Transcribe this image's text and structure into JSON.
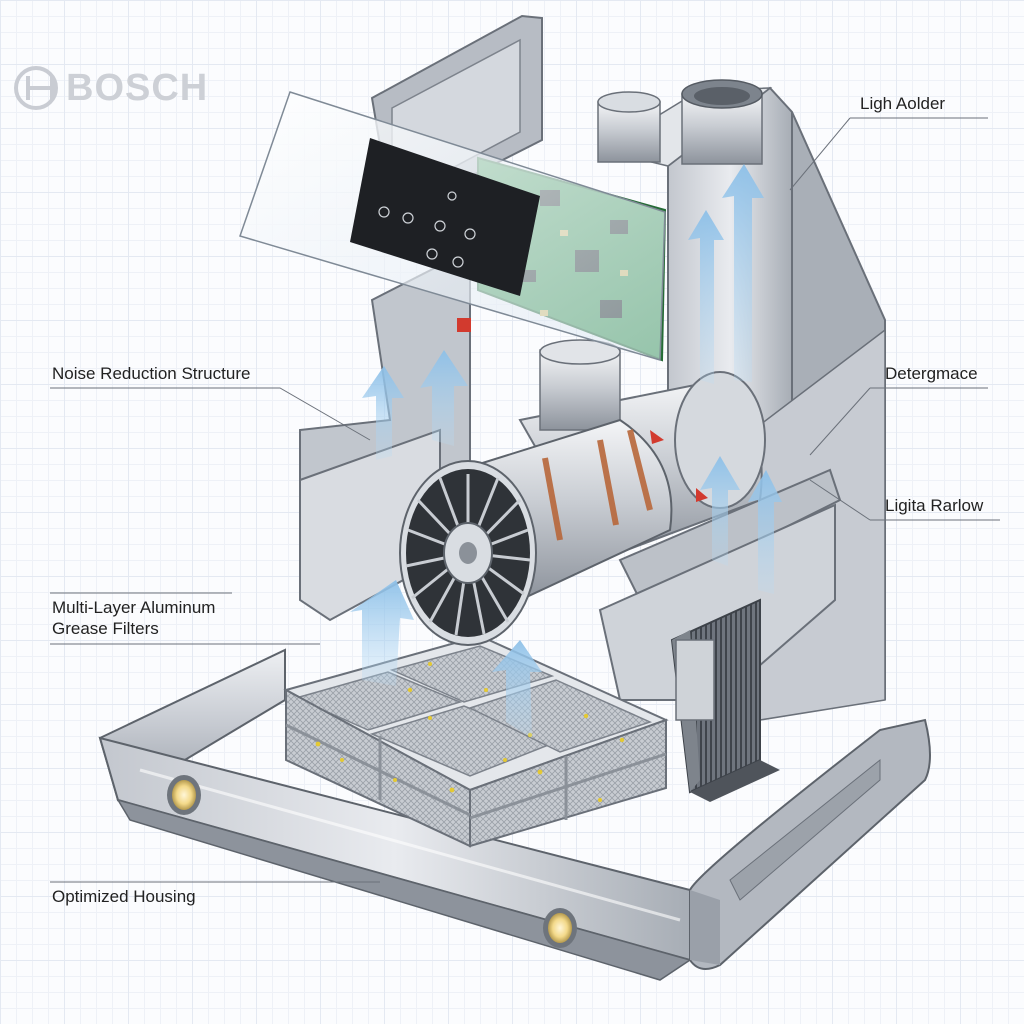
{
  "brand": {
    "name": "BOSCH"
  },
  "labels": {
    "ligh_aolder": "Ligh Aolder",
    "noise_reduction": "Noise Reduction Structure",
    "detergmace": "Detergmace",
    "ligita_rarlow": "Ligita Rarlow",
    "filters_line1": "Multi-Layer Aluminum",
    "filters_line2": "Grease Filters",
    "housing": "Optimized Housing"
  },
  "colors": {
    "steel_light": "#dfe2e7",
    "steel_mid": "#b9bec6",
    "steel_dark": "#8e949d",
    "airflow": "#9fc9ea",
    "pcb": "#3f9a55",
    "lamp": "#f3d98a"
  }
}
